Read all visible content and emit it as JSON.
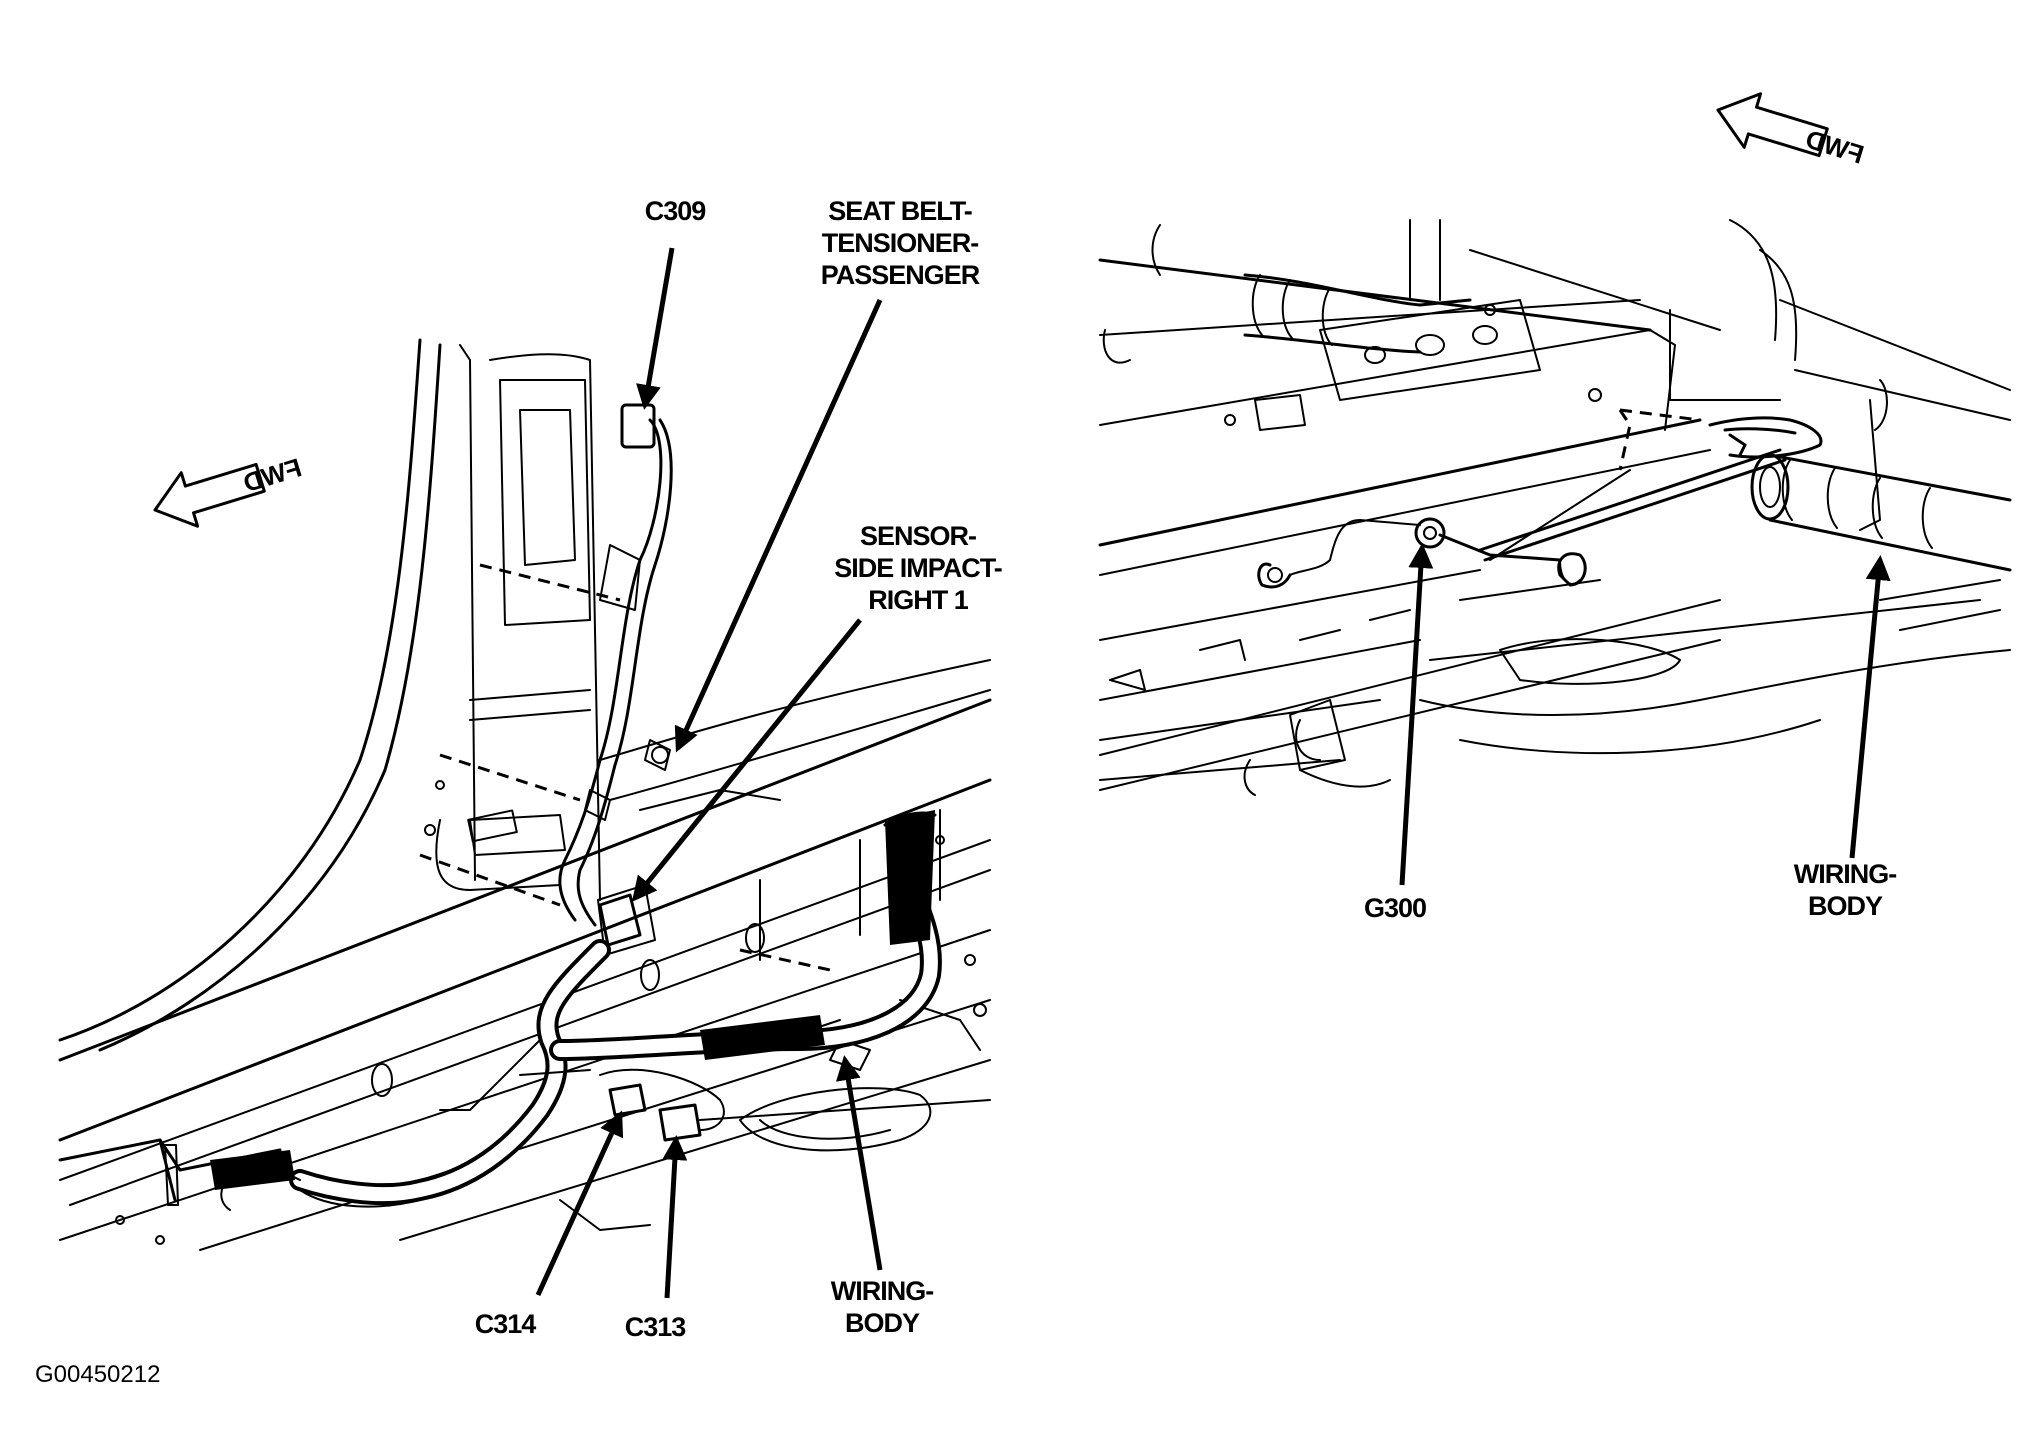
{
  "figure_id": "G00450212",
  "left_view": {
    "fwd_arrow": "FWD",
    "labels": {
      "c309": "C309",
      "seat_belt_1": "SEAT BELT-",
      "seat_belt_2": "TENSIONER-",
      "seat_belt_3": "PASSENGER",
      "sensor_1": "SENSOR-",
      "sensor_2": "SIDE IMPACT-",
      "sensor_3": "RIGHT 1",
      "c314": "C314",
      "c313": "C313",
      "wiring_1": "WIRING-",
      "wiring_2": "BODY"
    }
  },
  "right_view": {
    "fwd_arrow": "FWD",
    "labels": {
      "g300": "G300",
      "wiring_1": "WIRING-",
      "wiring_2": "BODY"
    }
  }
}
